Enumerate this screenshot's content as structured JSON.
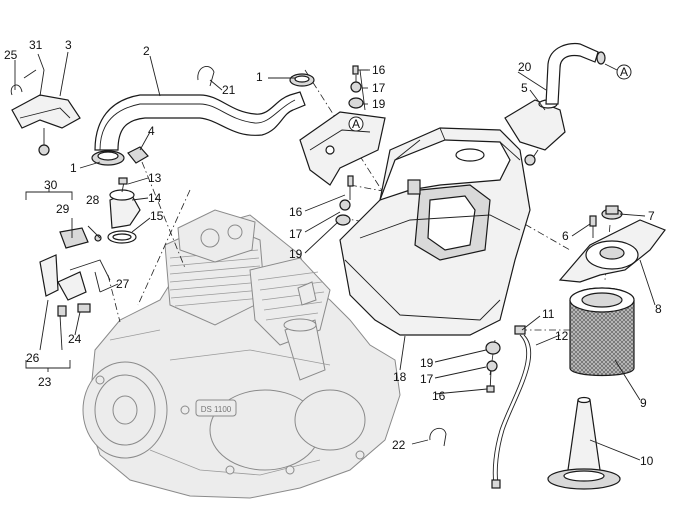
{
  "diagram": {
    "callouts": [
      {
        "id": "c1a",
        "text": "1"
      },
      {
        "id": "c1b",
        "text": "1"
      },
      {
        "id": "c2",
        "text": "2"
      },
      {
        "id": "c3",
        "text": "3"
      },
      {
        "id": "c4",
        "text": "4"
      },
      {
        "id": "c5",
        "text": "5"
      },
      {
        "id": "c6",
        "text": "6"
      },
      {
        "id": "c7",
        "text": "7"
      },
      {
        "id": "c8",
        "text": "8"
      },
      {
        "id": "c9",
        "text": "9"
      },
      {
        "id": "c10",
        "text": "10"
      },
      {
        "id": "c11",
        "text": "11"
      },
      {
        "id": "c12",
        "text": "12"
      },
      {
        "id": "c13",
        "text": "13"
      },
      {
        "id": "c14",
        "text": "14"
      },
      {
        "id": "c15",
        "text": "15"
      },
      {
        "id": "c16a",
        "text": "16"
      },
      {
        "id": "c16b",
        "text": "16"
      },
      {
        "id": "c16c",
        "text": "16"
      },
      {
        "id": "c17a",
        "text": "17"
      },
      {
        "id": "c17b",
        "text": "17"
      },
      {
        "id": "c17c",
        "text": "17"
      },
      {
        "id": "c18",
        "text": "18"
      },
      {
        "id": "c19a",
        "text": "19"
      },
      {
        "id": "c19b",
        "text": "19"
      },
      {
        "id": "c19c",
        "text": "19"
      },
      {
        "id": "c20",
        "text": "20"
      },
      {
        "id": "c21",
        "text": "21"
      },
      {
        "id": "c22",
        "text": "22"
      },
      {
        "id": "c23",
        "text": "23"
      },
      {
        "id": "c24",
        "text": "24"
      },
      {
        "id": "c25",
        "text": "25"
      },
      {
        "id": "c26",
        "text": "26"
      },
      {
        "id": "c27",
        "text": "27"
      },
      {
        "id": "c28",
        "text": "28"
      },
      {
        "id": "c29",
        "text": "29"
      },
      {
        "id": "c30",
        "text": "30"
      },
      {
        "id": "c31",
        "text": "31"
      }
    ],
    "reference_markers": [
      {
        "id": "ma1",
        "text": "A"
      },
      {
        "id": "ma2",
        "text": "A"
      }
    ],
    "engine_badge": "DS 1100"
  }
}
